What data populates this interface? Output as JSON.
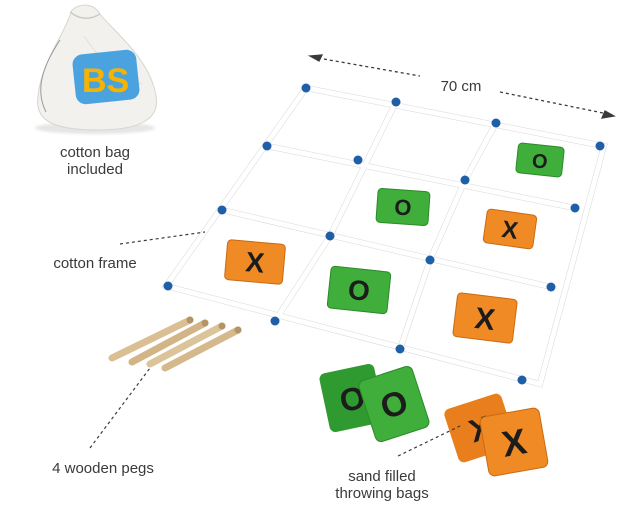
{
  "image": {
    "subject": "tic-tac-toe bean bag game",
    "labels": {
      "bag_line1": "cotton bag",
      "bag_line2": "included",
      "frame": "cotton frame",
      "pegs": "4 wooden pegs",
      "throw_line1": "sand filled",
      "throw_line2": "throwing bags",
      "dimension": "70 cm",
      "bag_logo": "BS"
    },
    "bags": [
      {
        "mark": "O",
        "color": "#3fae3a"
      },
      {
        "mark": "O",
        "color": "#3fae3a"
      },
      {
        "mark": "X",
        "color": "#f08a24"
      },
      {
        "mark": "X",
        "color": "#f08a24"
      },
      {
        "mark": "O",
        "color": "#3fae3a"
      },
      {
        "mark": "X",
        "color": "#f08a24"
      },
      {
        "mark": "O",
        "color": "#3fae3a"
      },
      {
        "mark": "O",
        "color": "#3fae3a"
      },
      {
        "mark": "X",
        "color": "#f08a24"
      },
      {
        "mark": "X",
        "color": "#f08a24"
      }
    ],
    "colors": {
      "green_bag": "#3fae3a",
      "orange_bag": "#f08a24",
      "peg_wood": "#d9bf93",
      "frame_knot": "#1e5fa8",
      "rope": "#f4f4f4"
    }
  }
}
